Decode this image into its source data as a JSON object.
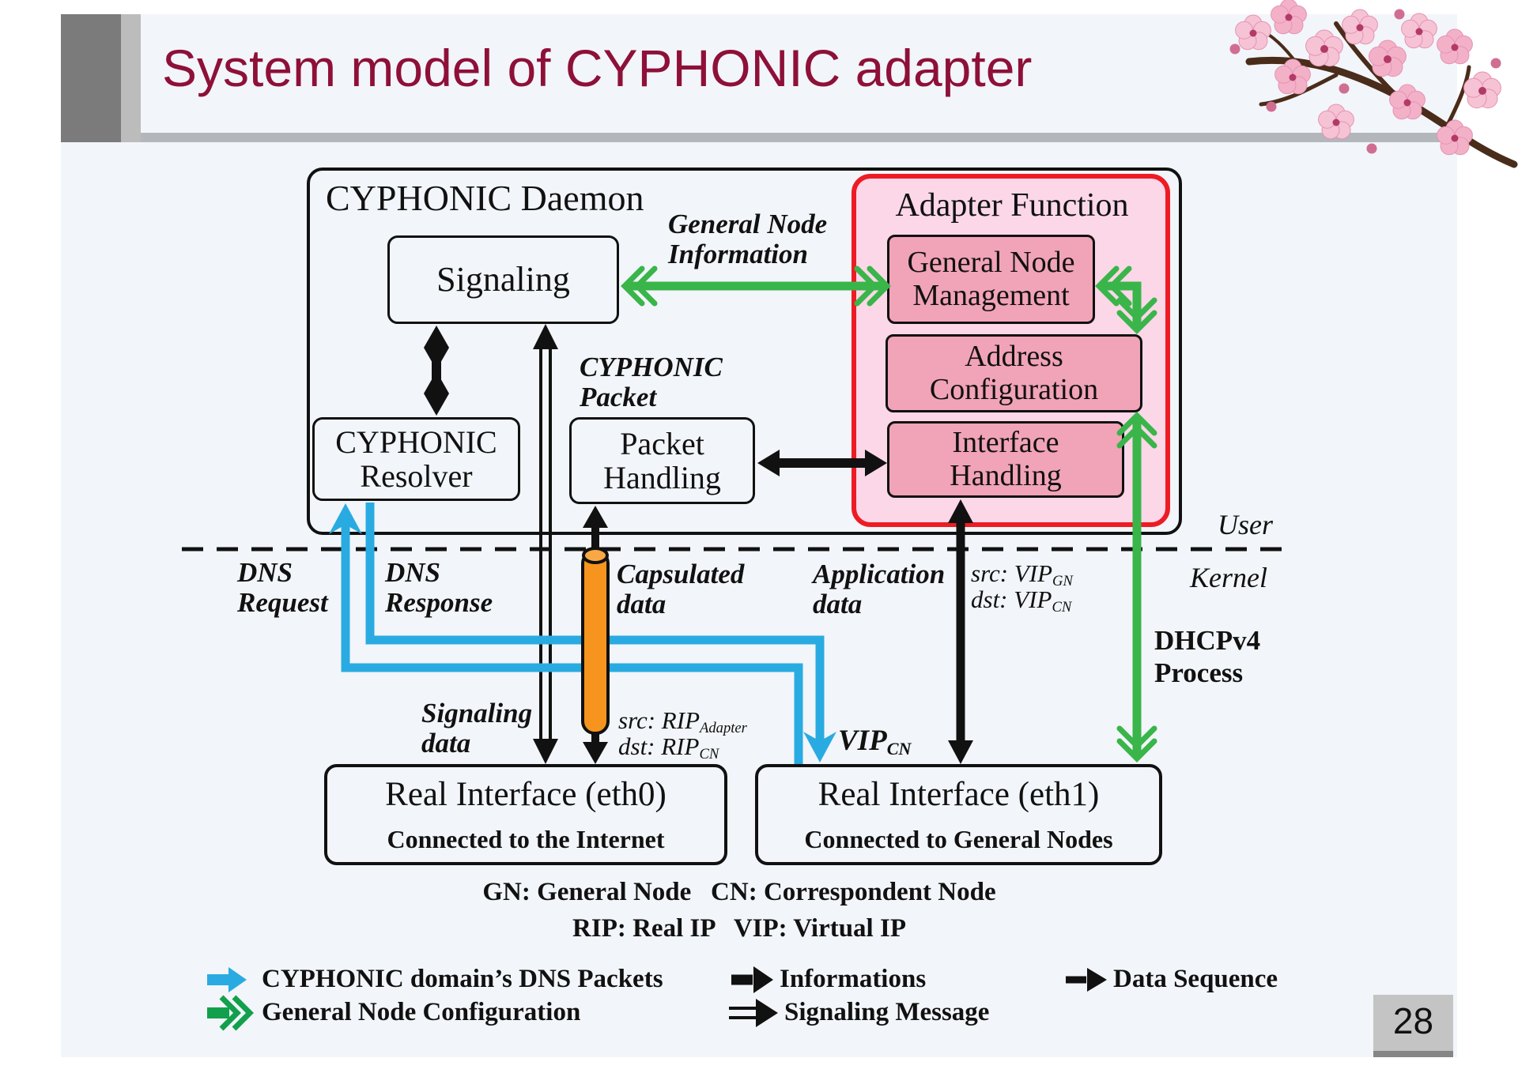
{
  "slide": {
    "title": "System model of CYPHONIC adapter",
    "page_number": "28"
  },
  "daemon": {
    "title": "CYPHONIC Daemon",
    "signaling": "Signaling",
    "resolver": [
      "CYPHONIC",
      "Resolver"
    ],
    "packet_handling": [
      "Packet",
      "Handling"
    ]
  },
  "adapter": {
    "title": "Adapter Function",
    "general_node_management": [
      "General Node",
      "Management"
    ],
    "address_configuration": [
      "Address",
      "Configuration"
    ],
    "interface_handling": [
      "Interface",
      "Handling"
    ]
  },
  "interfaces": {
    "eth0": {
      "title": "Real Interface (eth0)",
      "subtitle": "Connected to the Internet"
    },
    "eth1": {
      "title": "Real Interface (eth1)",
      "subtitle": "Connected to General Nodes"
    }
  },
  "flow_labels": {
    "general_node_information": [
      "General Node",
      "Information"
    ],
    "cyphonic_packet": [
      "CYPHONIC",
      "Packet"
    ],
    "dns_request": [
      "DNS",
      "Request"
    ],
    "dns_response": [
      "DNS",
      "Response"
    ],
    "capsulated_data": [
      "Capsulated",
      "data"
    ],
    "application_data": [
      "Application",
      "data"
    ],
    "signaling_data": [
      "Signaling",
      "data"
    ],
    "dhcpv4_process": [
      "DHCPv4",
      "Process"
    ],
    "user": "User",
    "kernel": "Kernel",
    "src_vip": {
      "base": "src: VIP",
      "sub": "GN"
    },
    "dst_vip": {
      "base": "dst: VIP",
      "sub": "CN"
    },
    "src_rip": {
      "base": "src: RIP",
      "sub": "Adapter"
    },
    "dst_rip": {
      "base": "dst: RIP",
      "sub": "CN"
    },
    "vip_cn": {
      "base": "VIP",
      "sub": "CN"
    }
  },
  "abbreviations": {
    "line1": "GN: General Node   CN: Correspondent Node",
    "line2": "RIP: Real IP   VIP: Virtual IP"
  },
  "legend": {
    "dns_packets": "CYPHONIC domain’s DNS Packets",
    "general_node_configuration": "General Node Configuration",
    "informations": "Informations",
    "signaling_message": "Signaling Message",
    "data_sequence": "Data Sequence"
  },
  "colors": {
    "title_text": "#8e1038",
    "adapter_border": "#ed1c24",
    "adapter_fill": "#fbd7e8",
    "module_fill": "#f1a3b8",
    "green_arrow": "#39b54a",
    "blue_arrow": "#29abe2",
    "orange_capsule": "#f7941d",
    "slide_background": "#f2f5f9",
    "header_gray": "#7b7b7b"
  }
}
